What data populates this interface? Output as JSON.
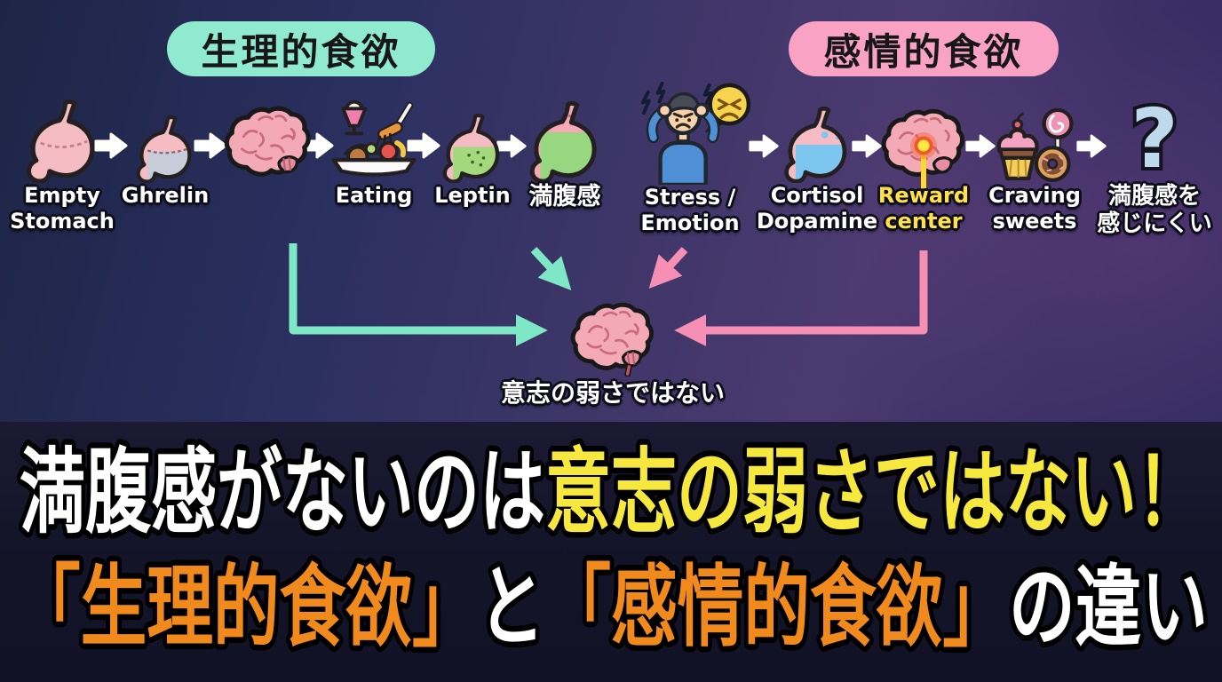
{
  "flow_left": {
    "badge": "生理的食欲",
    "items": [
      {
        "icon": "empty-stomach",
        "lines": [
          "Empty",
          "Stomach"
        ]
      },
      {
        "icon": "stomach-ghrelin",
        "lines": [
          "Ghrelin"
        ]
      },
      {
        "icon": "brain",
        "lines": []
      },
      {
        "icon": "eating-plate",
        "lines": [
          "Eating"
        ]
      },
      {
        "icon": "stomach-leptin",
        "lines": [
          "Leptin"
        ]
      },
      {
        "icon": "stomach-full",
        "lines": [
          "満腹感"
        ]
      }
    ]
  },
  "flow_right": {
    "badge": "感情的食欲",
    "items": [
      {
        "icon": "stressed-person",
        "lines": [
          "Stress /",
          "Emotion"
        ]
      },
      {
        "icon": "stomach-cortisol",
        "lines": [
          "Cortisol",
          "Dopamine"
        ]
      },
      {
        "icon": "reward-brain",
        "lines": [
          "Reward",
          "center"
        ]
      },
      {
        "icon": "sweets",
        "lines": [
          "Craving",
          "sweets"
        ]
      },
      {
        "icon": "question-mark",
        "lines": [
          "満腹感を",
          "感じにくい"
        ]
      }
    ]
  },
  "center": {
    "caption": "意志の弱さではない"
  },
  "banner": {
    "line1_white": "満腹感がないのは",
    "line1_yellow": "意志の弱さではない！",
    "line2_orange1": "「生理的食欲」",
    "line2_white1": "と",
    "line2_orange2": "「感情的食欲」",
    "line2_white2": "の違い"
  },
  "icons": {
    "question_glyph": "?"
  },
  "colors": {
    "badge_physiological_bg": "#8feacf",
    "badge_emotional_bg": "#f9a2c4",
    "arrow_physiological": "#7ee7c5",
    "arrow_emotional": "#f58fb4",
    "reward_label": "#ffe14d",
    "banner_yellow": "#f6e83e",
    "banner_orange": "#f08a1d",
    "banner_bg": "#15152a"
  }
}
